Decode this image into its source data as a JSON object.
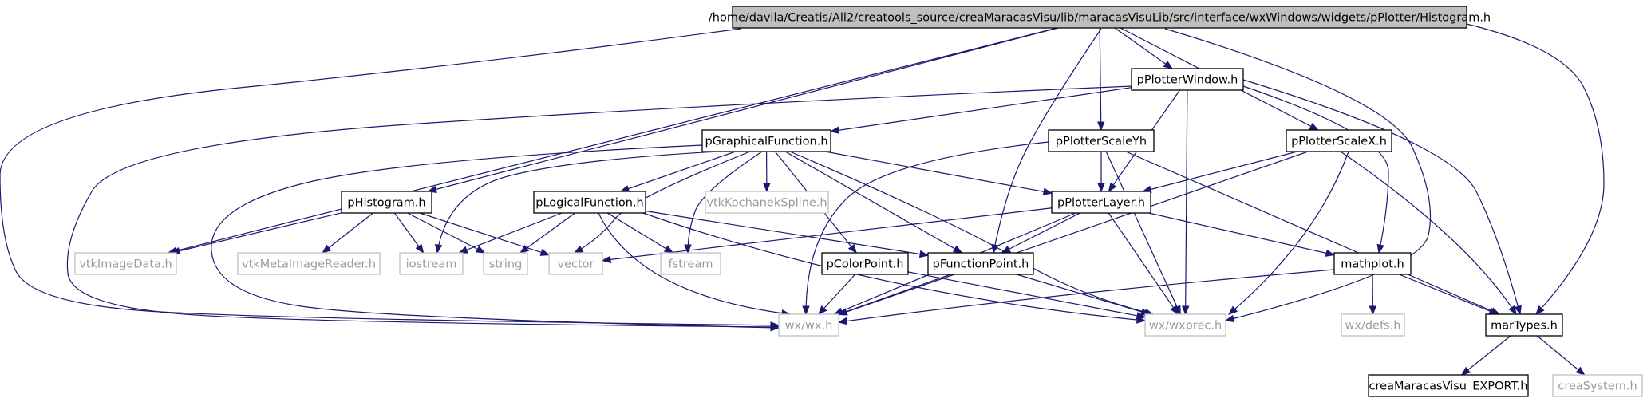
{
  "diagram": {
    "colors": {
      "edge": "#191970",
      "root_fill": "#bfbfbf",
      "external_border": "#bfbfbf",
      "external_text": "#9a9a9a"
    },
    "nodes": [
      {
        "id": "root",
        "label": "/home/davila/Creatis/All2/creatools_source/creaMaracasVisu/lib/maracasVisuLib/src/interface/wxWindows/widgets/pPlotter/Histogram.h",
        "kind": "root"
      },
      {
        "id": "pPlotterWindow",
        "label": "pPlotterWindow.h",
        "kind": "internal"
      },
      {
        "id": "pGraphicalFunction",
        "label": "pGraphicalFunction.h",
        "kind": "internal"
      },
      {
        "id": "pPlotterScaleYh",
        "label": "pPlotterScaleYh",
        "kind": "internal"
      },
      {
        "id": "pPlotterScaleX",
        "label": "pPlotterScaleX.h",
        "kind": "internal"
      },
      {
        "id": "pHistogram",
        "label": "pHistogram.h",
        "kind": "internal"
      },
      {
        "id": "pLogicalFunction",
        "label": "pLogicalFunction.h",
        "kind": "internal"
      },
      {
        "id": "vtkKochanekSpline",
        "label": "vtkKochanekSpline.h",
        "kind": "external"
      },
      {
        "id": "pPlotterLayer",
        "label": "pPlotterLayer.h",
        "kind": "internal"
      },
      {
        "id": "vtkImageData",
        "label": "vtkImageData.h",
        "kind": "external"
      },
      {
        "id": "vtkMetaImageReader",
        "label": "vtkMetaImageReader.h",
        "kind": "external"
      },
      {
        "id": "iostream",
        "label": "iostream",
        "kind": "external"
      },
      {
        "id": "string",
        "label": "string",
        "kind": "external"
      },
      {
        "id": "vector",
        "label": "vector",
        "kind": "external"
      },
      {
        "id": "fstream",
        "label": "fstream",
        "kind": "external"
      },
      {
        "id": "pColorPoint",
        "label": "pColorPoint.h",
        "kind": "internal"
      },
      {
        "id": "pFunctionPoint",
        "label": "pFunctionPoint.h",
        "kind": "internal"
      },
      {
        "id": "mathplot",
        "label": "mathplot.h",
        "kind": "internal"
      },
      {
        "id": "wxwx",
        "label": "wx/wx.h",
        "kind": "external"
      },
      {
        "id": "wxwxprec",
        "label": "wx/wxprec.h",
        "kind": "external"
      },
      {
        "id": "wxdefs",
        "label": "wx/defs.h",
        "kind": "external"
      },
      {
        "id": "marTypes",
        "label": "marTypes.h",
        "kind": "internal"
      },
      {
        "id": "creaMaracasVisu_EXPORT",
        "label": "creaMaracasVisu_EXPORT.h",
        "kind": "internal"
      },
      {
        "id": "creaSystem",
        "label": "creaSystem.h",
        "kind": "external"
      }
    ],
    "edges": [
      {
        "from": "root",
        "to": "pPlotterWindow"
      },
      {
        "from": "root",
        "to": "pPlotterScaleYh"
      },
      {
        "from": "root",
        "to": "pPlotterScaleX"
      },
      {
        "from": "root",
        "to": "pHistogram"
      },
      {
        "from": "root",
        "to": "vtkImageData"
      },
      {
        "from": "root",
        "to": "pFunctionPoint"
      },
      {
        "from": "root",
        "to": "wxwx"
      },
      {
        "from": "root",
        "to": "wxwxprec"
      },
      {
        "from": "root",
        "to": "marTypes"
      },
      {
        "from": "pPlotterWindow",
        "to": "pGraphicalFunction"
      },
      {
        "from": "pPlotterWindow",
        "to": "pPlotterLayer"
      },
      {
        "from": "pPlotterWindow",
        "to": "wxwx"
      },
      {
        "from": "pPlotterWindow",
        "to": "wxwxprec"
      },
      {
        "from": "pPlotterWindow",
        "to": "mathplot"
      },
      {
        "from": "pPlotterWindow",
        "to": "marTypes"
      },
      {
        "from": "pGraphicalFunction",
        "to": "pLogicalFunction"
      },
      {
        "from": "pGraphicalFunction",
        "to": "vtkKochanekSpline"
      },
      {
        "from": "pGraphicalFunction",
        "to": "pPlotterLayer"
      },
      {
        "from": "pGraphicalFunction",
        "to": "iostream"
      },
      {
        "from": "pGraphicalFunction",
        "to": "vector"
      },
      {
        "from": "pGraphicalFunction",
        "to": "fstream"
      },
      {
        "from": "pGraphicalFunction",
        "to": "pColorPoint"
      },
      {
        "from": "pGraphicalFunction",
        "to": "pFunctionPoint"
      },
      {
        "from": "pGraphicalFunction",
        "to": "wxwx"
      },
      {
        "from": "pGraphicalFunction",
        "to": "wxwxprec"
      },
      {
        "from": "pPlotterScaleYh",
        "to": "pPlotterLayer"
      },
      {
        "from": "pPlotterScaleYh",
        "to": "wxwx"
      },
      {
        "from": "pPlotterScaleYh",
        "to": "wxwxprec"
      },
      {
        "from": "pPlotterScaleYh",
        "to": "marTypes"
      },
      {
        "from": "pPlotterScaleX",
        "to": "pPlotterLayer"
      },
      {
        "from": "pPlotterScaleX",
        "to": "wxwx"
      },
      {
        "from": "pPlotterScaleX",
        "to": "wxwxprec"
      },
      {
        "from": "pPlotterScaleX",
        "to": "marTypes"
      },
      {
        "from": "pHistogram",
        "to": "vtkImageData"
      },
      {
        "from": "pHistogram",
        "to": "vtkMetaImageReader"
      },
      {
        "from": "pHistogram",
        "to": "iostream"
      },
      {
        "from": "pHistogram",
        "to": "string"
      },
      {
        "from": "pHistogram",
        "to": "vector"
      },
      {
        "from": "pLogicalFunction",
        "to": "iostream"
      },
      {
        "from": "pLogicalFunction",
        "to": "string"
      },
      {
        "from": "pLogicalFunction",
        "to": "fstream"
      },
      {
        "from": "pLogicalFunction",
        "to": "pFunctionPoint"
      },
      {
        "from": "pLogicalFunction",
        "to": "wxwx"
      },
      {
        "from": "pLogicalFunction",
        "to": "wxwxprec"
      },
      {
        "from": "pPlotterLayer",
        "to": "vector"
      },
      {
        "from": "pPlotterLayer",
        "to": "pFunctionPoint"
      },
      {
        "from": "pPlotterLayer",
        "to": "mathplot"
      },
      {
        "from": "pPlotterLayer",
        "to": "wxwx"
      },
      {
        "from": "pPlotterLayer",
        "to": "wxwxprec"
      },
      {
        "from": "pColorPoint",
        "to": "wxwx"
      },
      {
        "from": "pColorPoint",
        "to": "wxwxprec"
      },
      {
        "from": "pFunctionPoint",
        "to": "wxwx"
      },
      {
        "from": "pFunctionPoint",
        "to": "wxwxprec"
      },
      {
        "from": "mathplot",
        "to": "wxwx"
      },
      {
        "from": "mathplot",
        "to": "wxdefs"
      },
      {
        "from": "mathplot",
        "to": "marTypes"
      },
      {
        "from": "marTypes",
        "to": "creaMaracasVisu_EXPORT"
      },
      {
        "from": "marTypes",
        "to": "creaSystem"
      }
    ]
  }
}
